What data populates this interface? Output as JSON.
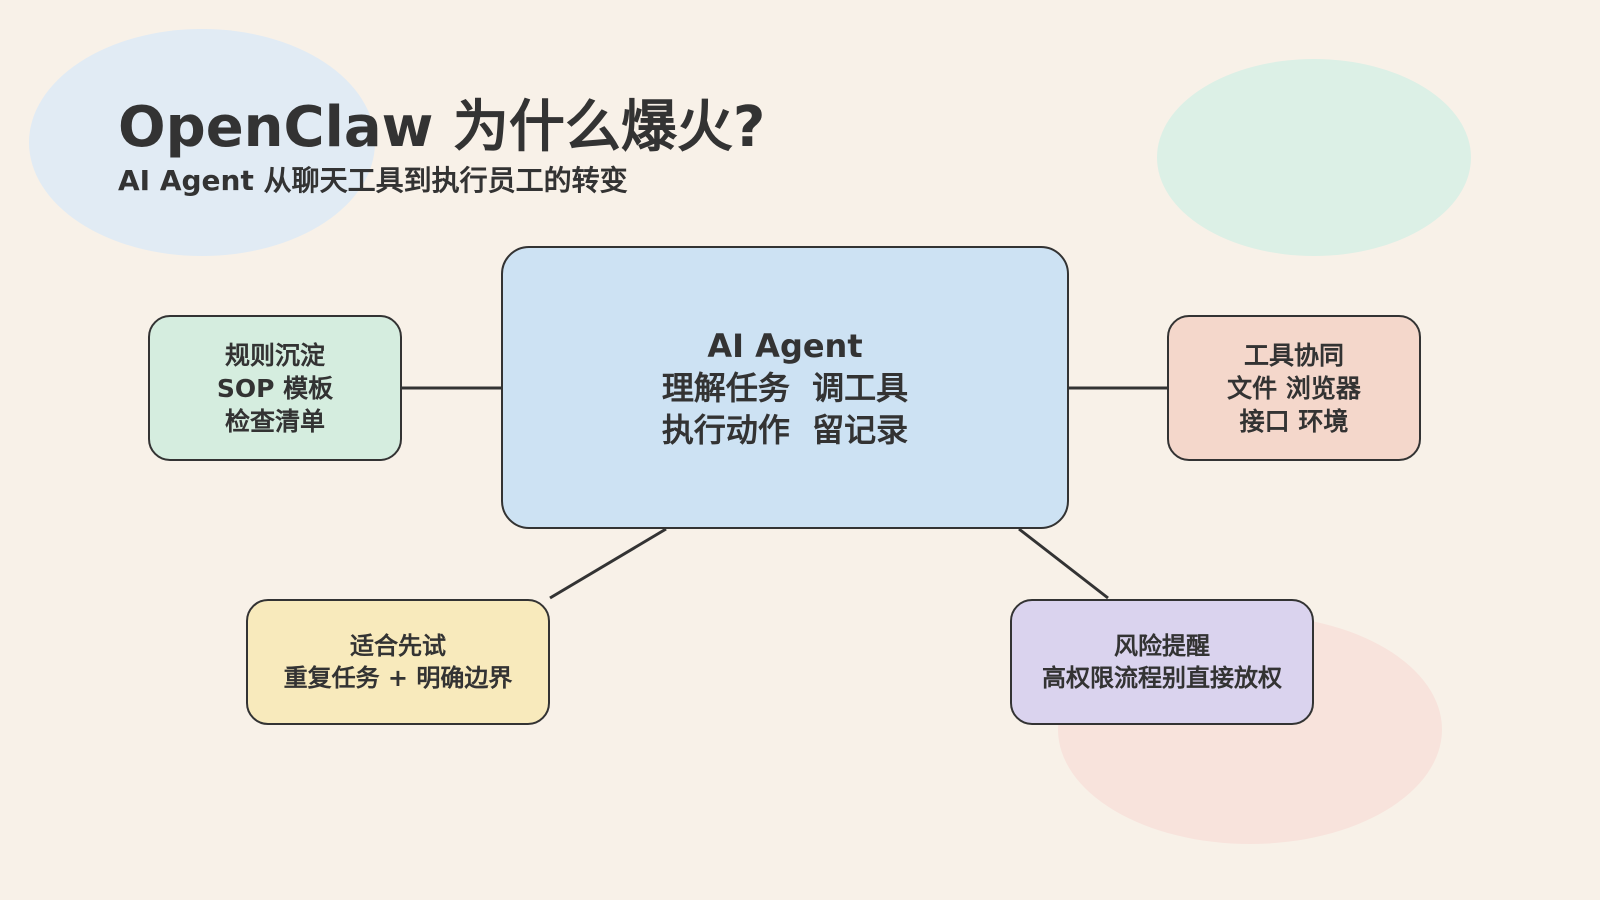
{
  "header": {
    "title": "OpenClaw 为什么爆火?",
    "subtitle": "AI Agent 从聊天工具到执行员工的转变"
  },
  "nodes": {
    "center": {
      "lines": [
        "AI Agent",
        "理解任务  调工具",
        "执行动作  留记录"
      ]
    },
    "left": {
      "lines": [
        "规则沉淀",
        "SOP 模板",
        "检查清单"
      ]
    },
    "right": {
      "lines": [
        "工具协同",
        "文件 浏览器",
        "接口 环境"
      ]
    },
    "bottom_left": {
      "lines": [
        "适合先试",
        "重复任务 + 明确边界"
      ]
    },
    "bottom_right": {
      "lines": [
        "风险提醒",
        "高权限流程别直接放权"
      ]
    }
  },
  "colors": {
    "background": "#f8f1e8",
    "center": "#cde2f3",
    "left": "#d5eddf",
    "right": "#f4d7cb",
    "bottom_left": "#f8eabc",
    "bottom_right": "#dad3ee",
    "stroke": "#333333"
  }
}
